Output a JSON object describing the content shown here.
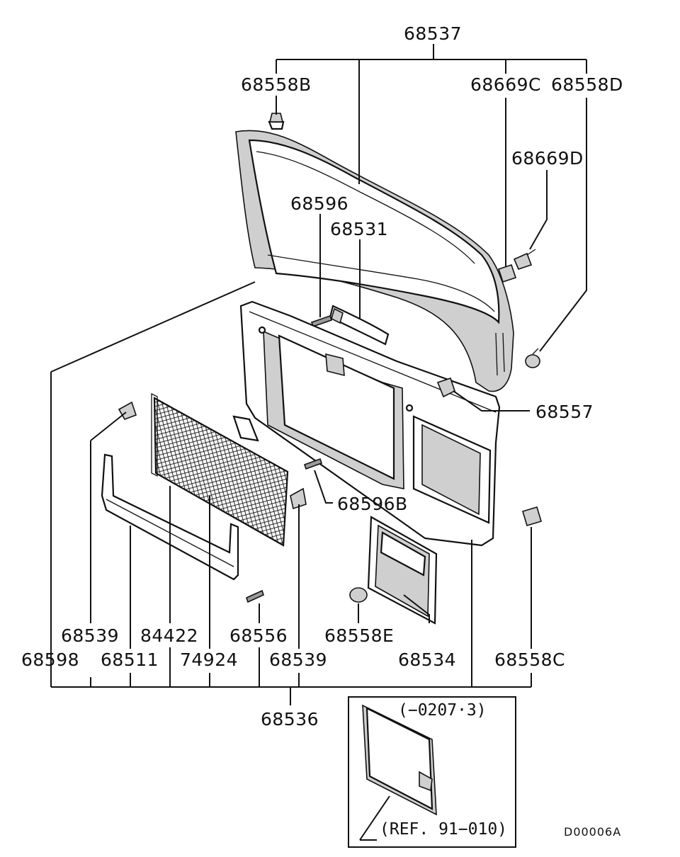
{
  "callouts": {
    "c68537": "68537",
    "c68558B": "68558B",
    "c68669C": "68669C",
    "c68558D": "68558D",
    "c68669D": "68669D",
    "c68596": "68596",
    "c68531": "68531",
    "c68557": "68557",
    "c68596B": "68596B",
    "c68539a": "68539",
    "c84422": "84422",
    "c68556": "68556",
    "c68558E": "68558E",
    "c68598": "68598",
    "c68511": "68511",
    "c74924": "74924",
    "c68539b": "68539",
    "c68534": "68534",
    "c68558C": "68558C",
    "c68536": "68536"
  },
  "inset": {
    "date_note": "(−0207·3)",
    "ref_note": "(REF. 91−010)"
  },
  "diagram_code": "D00006A"
}
